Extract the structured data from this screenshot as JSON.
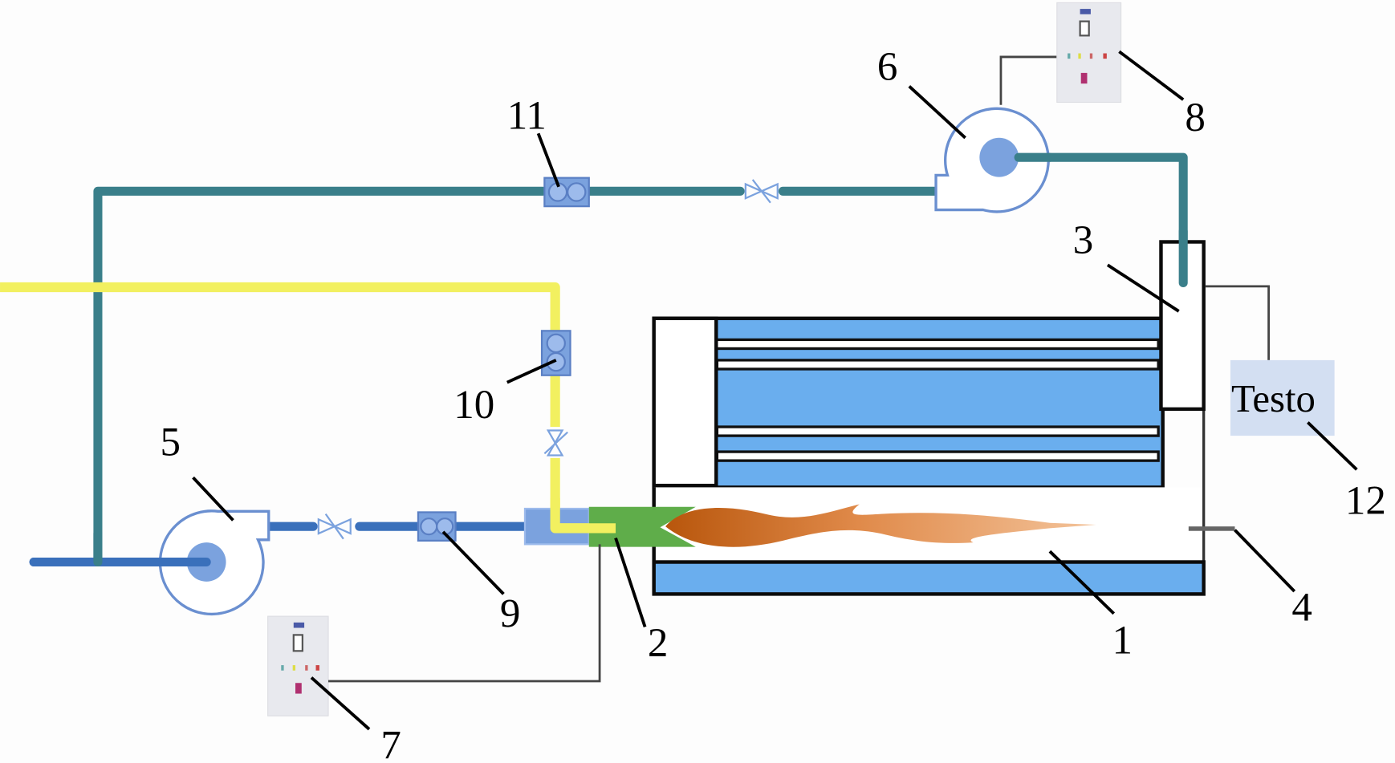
{
  "figure": {
    "title": "Experimental system schematic",
    "colors": {
      "air_pipe": "#3a70bb",
      "flue_recirculation_pipe": "#3a7f8a",
      "gas_pipe": "#f2f060",
      "furnace_water_jacket": "#6aaeee",
      "burner": "#5fad4a",
      "flame_root": "#b8560c",
      "flame_tip": "#f0b080",
      "analyzer_box": "#d3dff2",
      "component_blue": "#7ba2de"
    },
    "components": [
      {
        "id": "1",
        "label": "1",
        "name": "furnace-chamber"
      },
      {
        "id": "2",
        "label": "2",
        "name": "burner"
      },
      {
        "id": "3",
        "label": "3",
        "name": "flue-gas-outlet"
      },
      {
        "id": "4",
        "label": "4",
        "name": "sampling-port"
      },
      {
        "id": "5",
        "label": "5",
        "name": "combustion-air-fan"
      },
      {
        "id": "6",
        "label": "6",
        "name": "flue-gas-recirculation-fan"
      },
      {
        "id": "7",
        "label": "7",
        "name": "control-panel-burner"
      },
      {
        "id": "8",
        "label": "8",
        "name": "control-panel-fgr-fan"
      },
      {
        "id": "9",
        "label": "9",
        "name": "air-flow-meter"
      },
      {
        "id": "10",
        "label": "10",
        "name": "gas-flow-meter"
      },
      {
        "id": "11",
        "label": "11",
        "name": "fgr-flow-meter"
      },
      {
        "id": "12",
        "label": "12",
        "name": "flue-gas-analyzer"
      }
    ],
    "analyzer_text": "Testo"
  }
}
